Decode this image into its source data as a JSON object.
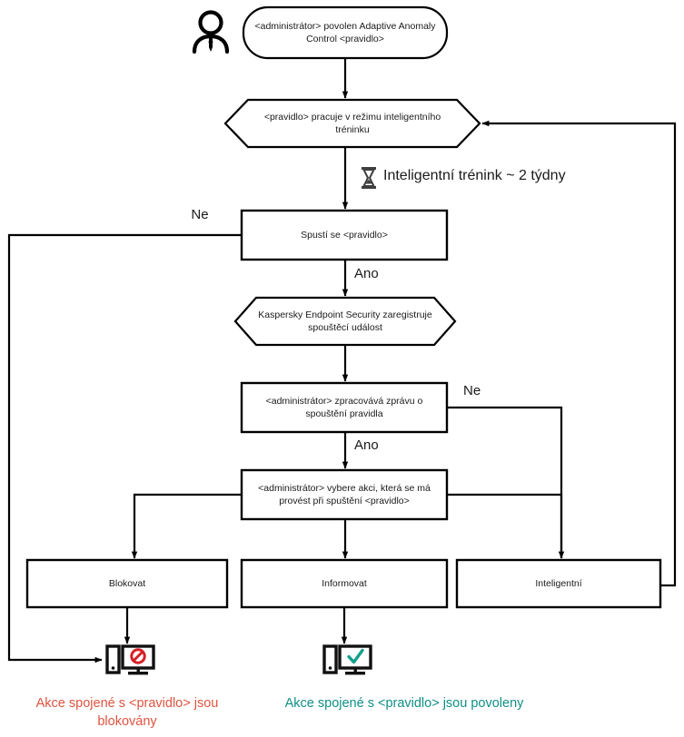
{
  "diagram": {
    "title": "Adaptive Anomaly Control rule workflow",
    "language": "cs",
    "colors": {
      "stroke": "#000000",
      "text": "#1a1a1a",
      "blocked": "#e0533f",
      "allowed": "#0f8f86",
      "prohibit_icon": "#d81f26",
      "check_icon": "#12a08c"
    },
    "actor": {
      "name": "administrator-actor",
      "icon": "person-icon"
    },
    "nodes": [
      {
        "id": "start",
        "shape": "rounded",
        "name": "node-rule-enabled",
        "text": "<administrátor> povolen Adaptive Anomaly Control <pravidlo>"
      },
      {
        "id": "smart-mode",
        "shape": "hexagon",
        "name": "node-rule-smart-training-mode",
        "text": "<pravidlo> pracuje v režimu inteligentního tréninku"
      },
      {
        "id": "rule-triggered",
        "shape": "rect",
        "name": "node-rule-triggered",
        "text": "Spustí se <pravidlo>"
      },
      {
        "id": "kes-registers",
        "shape": "hexagon",
        "name": "node-kes-registers-event",
        "text": "Kaspersky Endpoint Security zaregistruje spouštěcí událost"
      },
      {
        "id": "admin-processes",
        "shape": "rect",
        "name": "node-admin-processes-report",
        "text": "<administrátor> zpracovává zprávu o spouštění pravidla"
      },
      {
        "id": "admin-selects",
        "shape": "rect",
        "name": "node-admin-selects-action",
        "text": "<administrátor> vybere akci, která se má provést při spuštění <pravidlo>"
      },
      {
        "id": "block",
        "shape": "rect",
        "name": "node-action-block",
        "text": "Blokovat"
      },
      {
        "id": "inform",
        "shape": "rect",
        "name": "node-action-inform",
        "text": "Informovat"
      },
      {
        "id": "smart",
        "shape": "rect",
        "name": "node-action-smart",
        "text": "Inteligentní"
      }
    ],
    "edge_labels": [
      {
        "id": "ne-triggered",
        "name": "edge-label-ne-triggered",
        "text": "Ne"
      },
      {
        "id": "ano-triggered",
        "name": "edge-label-ano-triggered",
        "text": "Ano"
      },
      {
        "id": "ne-report",
        "name": "edge-label-ne-report",
        "text": "Ne"
      },
      {
        "id": "ano-report",
        "name": "edge-label-ano-report",
        "text": "Ano"
      }
    ],
    "timer": {
      "name": "smart-training-duration",
      "icon": "hourglass-icon",
      "text": "Inteligentní trénink ~ 2 týdny"
    },
    "outcomes": [
      {
        "id": "blocked",
        "name": "outcome-blocked",
        "icon": "monitor-blocked-icon",
        "caption": "Akce spojené s <pravidlo> jsou blokovány"
      },
      {
        "id": "allowed",
        "name": "outcome-allowed",
        "icon": "monitor-allowed-icon",
        "caption": "Akce spojené s <pravidlo> jsou povoleny"
      }
    ]
  }
}
